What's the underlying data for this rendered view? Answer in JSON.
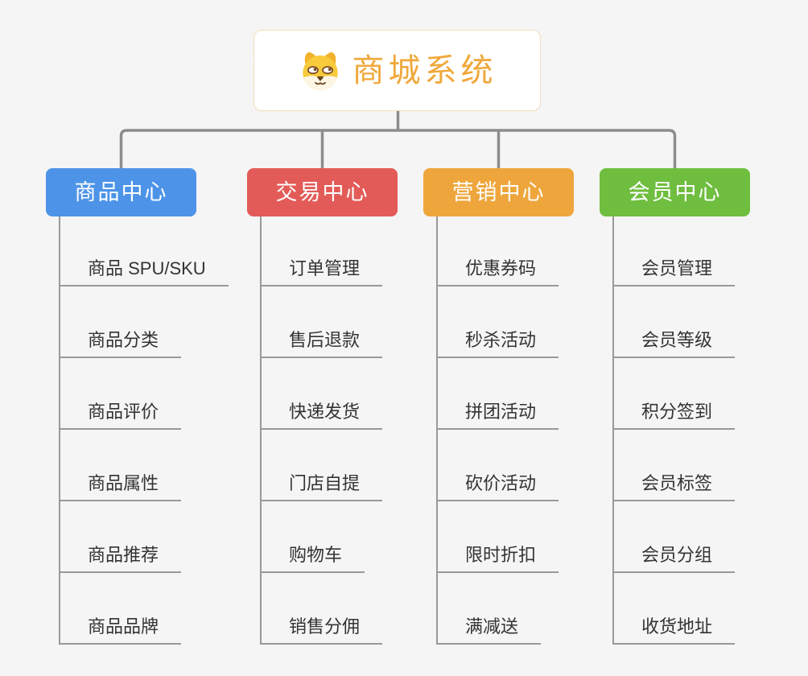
{
  "root": {
    "title": "商城系统",
    "icon": "dog-icon"
  },
  "branches": [
    {
      "label": "商品中心",
      "color": "#4D94E8",
      "children": [
        "商品 SPU/SKU",
        "商品分类",
        "商品评价",
        "商品属性",
        "商品推荐",
        "商品品牌"
      ]
    },
    {
      "label": "交易中心",
      "color": "#E35B58",
      "children": [
        "订单管理",
        "售后退款",
        "快递发货",
        "门店自提",
        "购物车",
        "销售分佣"
      ]
    },
    {
      "label": "营销中心",
      "color": "#EEA63C",
      "children": [
        "优惠券码",
        "秒杀活动",
        "拼团活动",
        "砍价活动",
        "限时折扣",
        "满减送"
      ]
    },
    {
      "label": "会员中心",
      "color": "#6FBE3F",
      "children": [
        "会员管理",
        "会员等级",
        "积分签到",
        "会员标签",
        "会员分组",
        "收货地址"
      ]
    }
  ],
  "colors": {
    "background": "#F5F5F5",
    "root_title": "#F0A83B",
    "root_border": "#EBB974",
    "connector": "#8C8C8C",
    "leaf_line": "#999999",
    "leaf_text": "#333333",
    "branch_text": "#FFFFFF"
  }
}
